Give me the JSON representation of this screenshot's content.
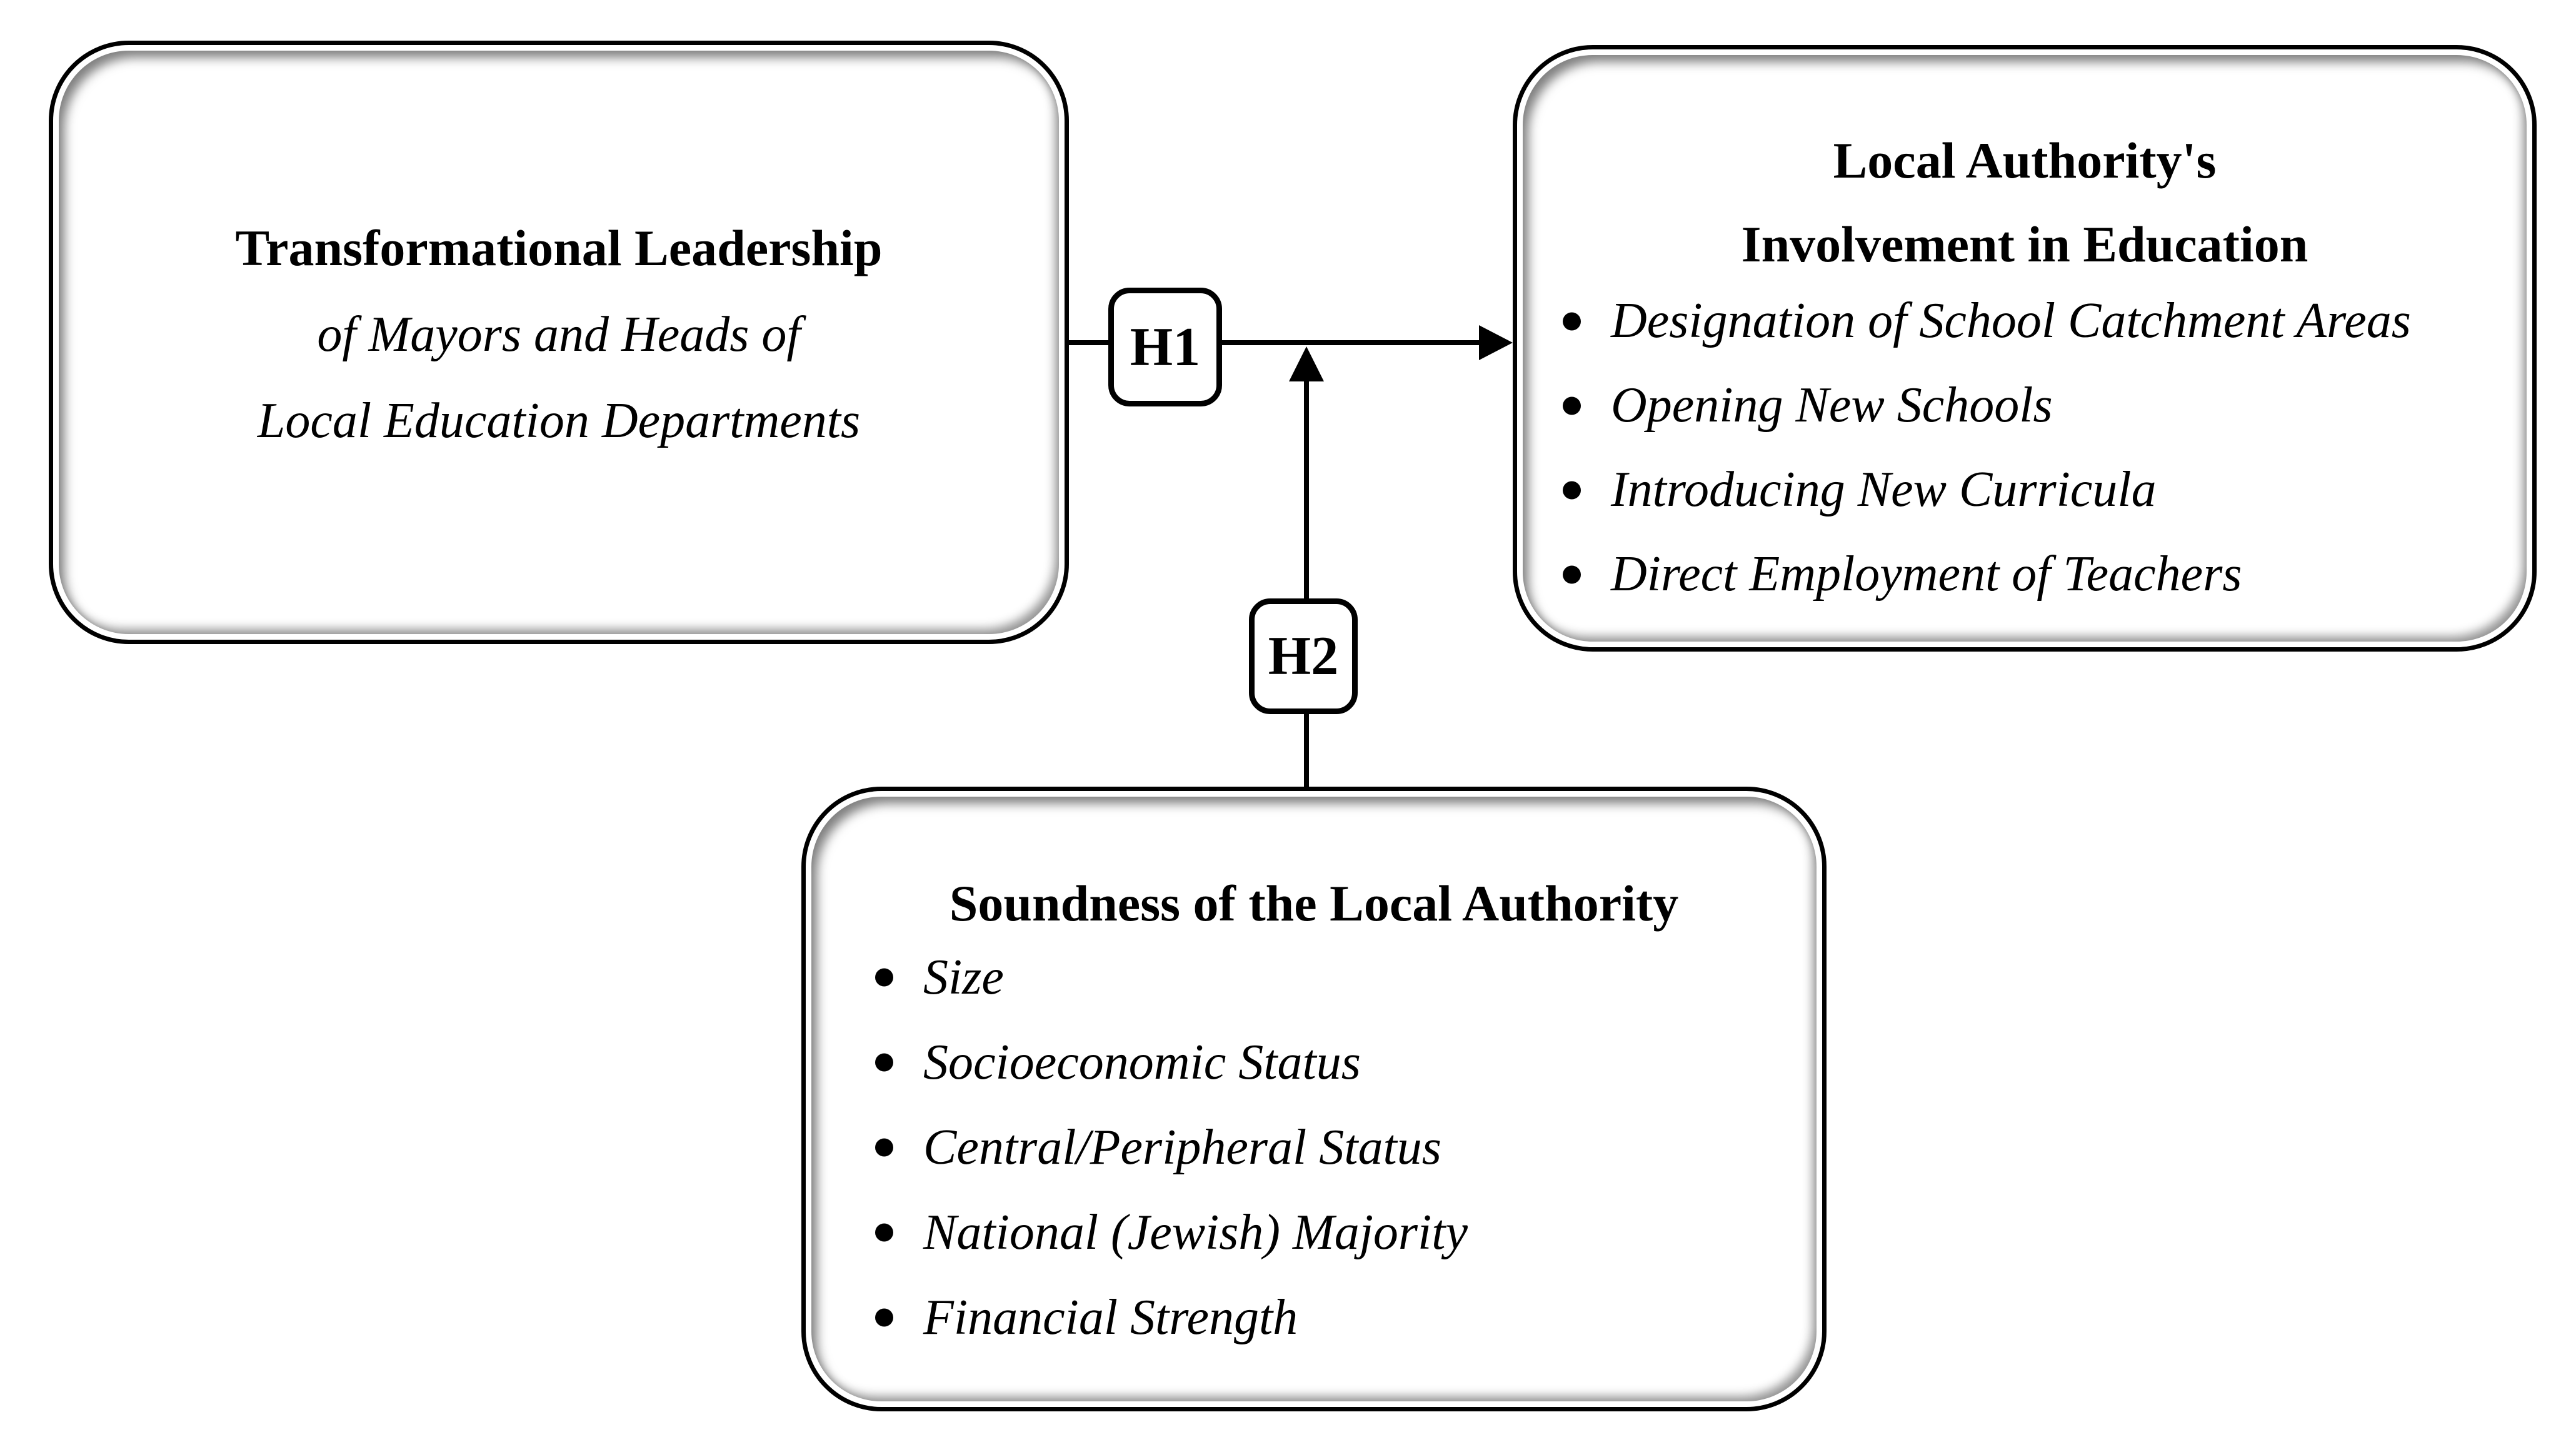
{
  "left_box": {
    "title": "Transformational Leadership",
    "subtitle_lines": [
      "of Mayors and Heads of",
      "Local Education Departments"
    ]
  },
  "right_box": {
    "title_lines": [
      "Local Authority's",
      "Involvement in Education"
    ],
    "bullets": [
      "Designation of School Catchment Areas",
      "Opening New Schools",
      "Introducing New Curricula",
      "Direct Employment of Teachers"
    ]
  },
  "bottom_box": {
    "title": "Soundness of the Local Authority",
    "bullets": [
      "Size",
      "Socioeconomic Status",
      "Central/Peripheral Status",
      "National (Jewish) Majority",
      "Financial Strength"
    ]
  },
  "labels": {
    "h1": "H1",
    "h2": "H2"
  },
  "colors": {
    "line": "#000000",
    "background": "#ffffff",
    "box_fill": "#ffffff",
    "bevel_gray": "#9a9a9a"
  }
}
